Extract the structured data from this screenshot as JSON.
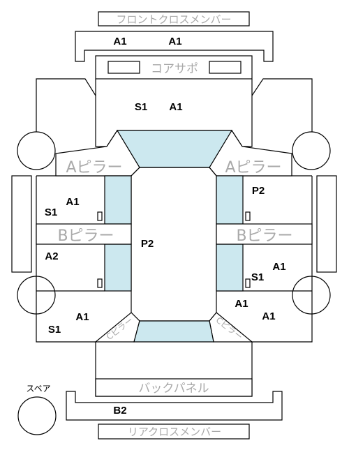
{
  "labels": {
    "front_cross_member": "フロントクロスメンバー",
    "core_support": "コアサポ",
    "a_pillar": "Aピラー",
    "b_pillar": "Bピラー",
    "c_pillar": "Cピラー",
    "back_panel": "バックパネル",
    "rear_cross_member": "リアクロスメンバー",
    "spare": "スペア"
  },
  "codes": {
    "front_member_left": "A1",
    "front_member_right": "A1",
    "hood_s1": "S1",
    "hood_a1": "A1",
    "front_left_a1": "A1",
    "front_left_s1": "S1",
    "front_right_p2": "P2",
    "roof_p2": "P2",
    "rear_left_a2": "A2",
    "rear_right_a1": "A1",
    "rear_right_s1": "S1",
    "rear_left_fender_a1": "A1",
    "rear_left_fender_s1": "S1",
    "rear_right_fender_a1_top": "A1",
    "rear_right_fender_a1_bottom": "A1",
    "rear_member": "B2"
  },
  "colors": {
    "glass": "#cce8ef",
    "line": "#000000",
    "label_gray": "#a9a9a9"
  }
}
